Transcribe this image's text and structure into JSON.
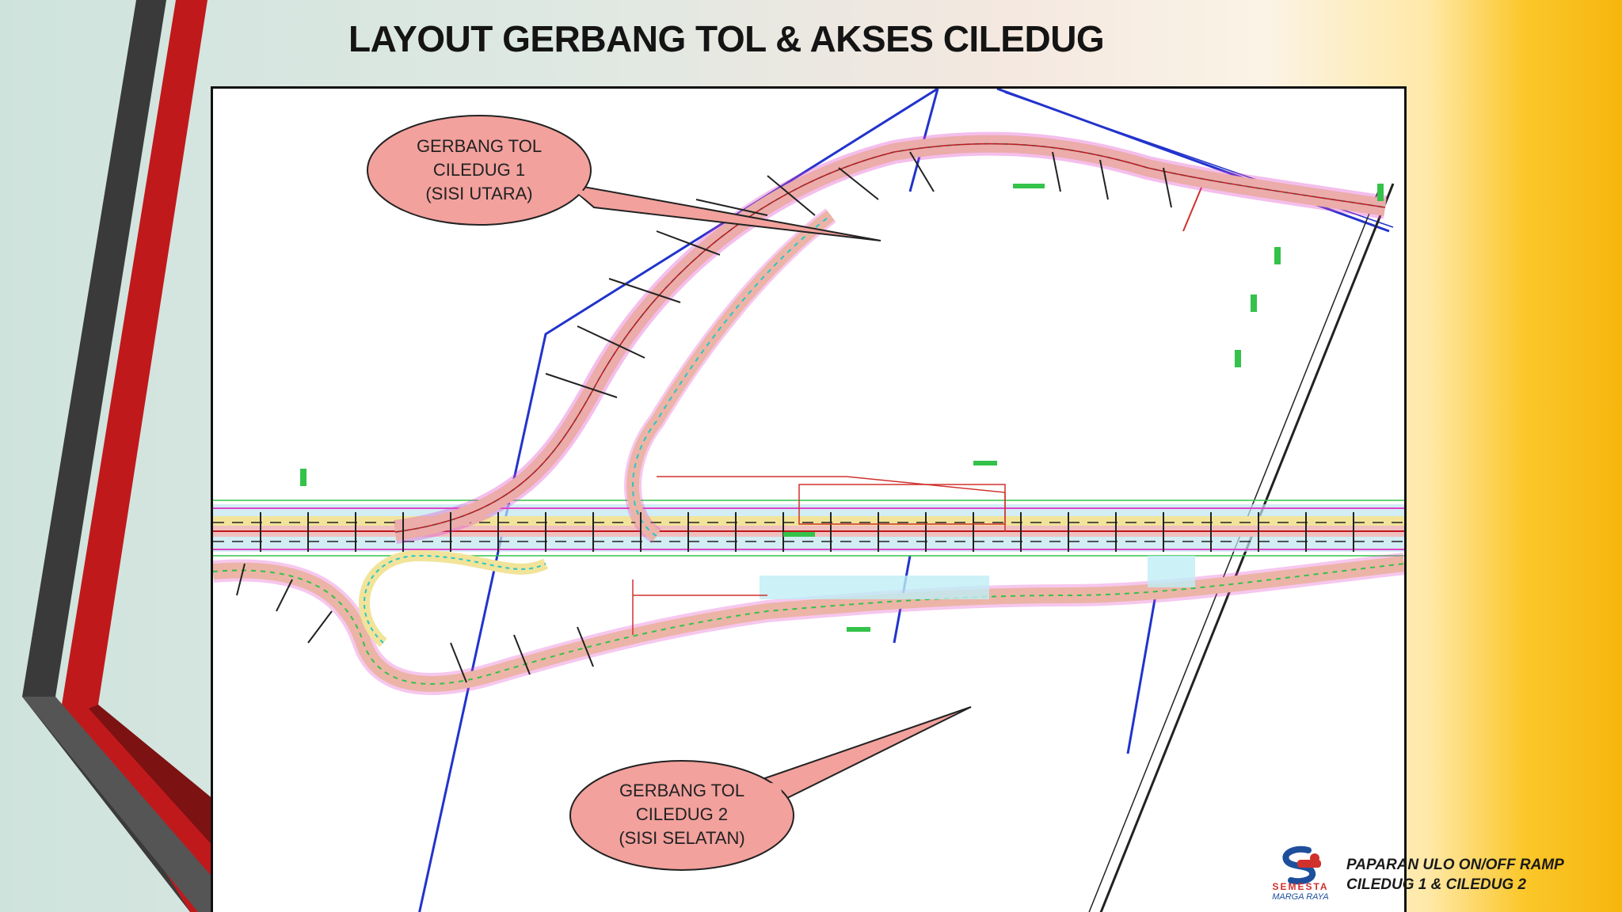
{
  "slide": {
    "title": "LAYOUT GERBANG TOL & AKSES CILEDUG"
  },
  "callouts": [
    {
      "lines": [
        "GERBANG TOL",
        "CILEDUG 1",
        "(SISI UTARA)"
      ]
    },
    {
      "lines": [
        "GERBANG TOL",
        "CILEDUG 2",
        "(SISI SELATAN)"
      ]
    }
  ],
  "logo": {
    "word1": "SEMESTA",
    "word2": "MARGA RAYA"
  },
  "footer": {
    "line1": "PAPARAN ULO ON/OFF RAMP",
    "line2": "CILEDUG 1 & CILEDUG 2"
  },
  "colors": {
    "callout_fill": "#f2a19d",
    "accent_red": "#c0191c",
    "accent_gray": "#4a4a4a",
    "road_yellow": "#f1e49a",
    "road_pink": "#e046c8",
    "road_cyan": "#27c7c7",
    "road_green": "#34c24a",
    "line_blue": "#2233cc"
  }
}
